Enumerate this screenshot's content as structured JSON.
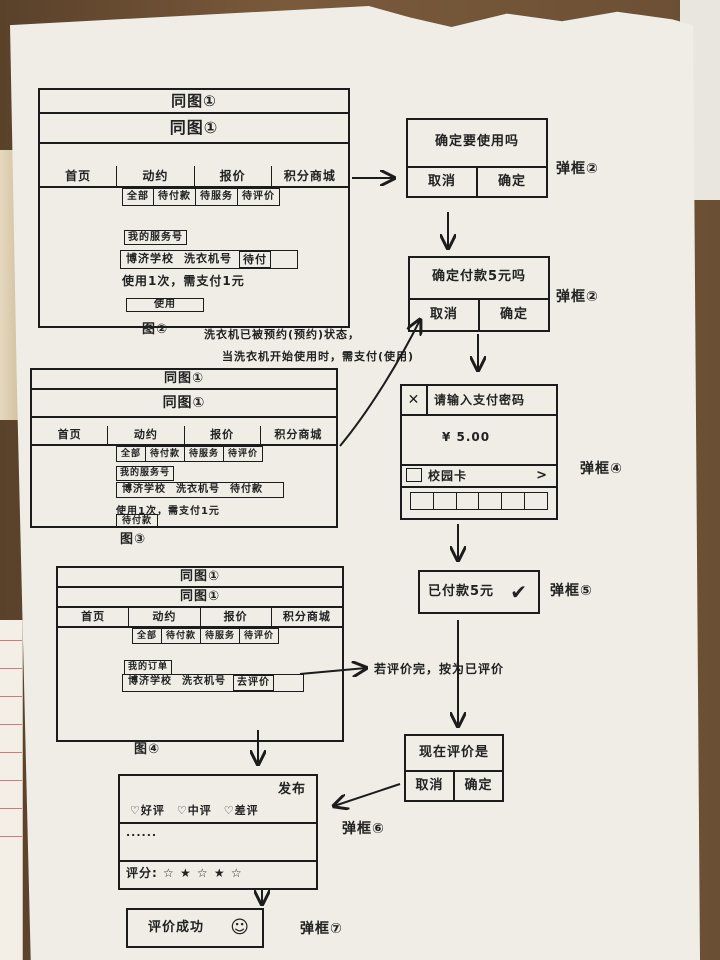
{
  "screens": {
    "screen1": {
      "outer_title": "同图①",
      "inner_title": "同图①",
      "tabs": [
        "首页",
        "动约",
        "报价",
        "积分商城"
      ],
      "subtabs": [
        "全部",
        "待付款",
        "待服务",
        "待评价"
      ],
      "card_tag": "我的服务号",
      "card_items": [
        "博济学校",
        "洗衣机号",
        "待付"
      ],
      "note": "使用1次，需支付1元",
      "use_button": "使用",
      "caption": "图②"
    },
    "screen2": {
      "outer_title": "同图①",
      "inner_title": "同图①",
      "tabs": [
        "首页",
        "动约",
        "报价",
        "积分商城"
      ],
      "subtabs": [
        "全部",
        "待付款",
        "待服务",
        "待评价"
      ],
      "card_tag": "我的服务号",
      "card_items": [
        "博济学校",
        "洗衣机号",
        "待付款"
      ],
      "note": "使用1次，需支付1元",
      "use_button": "待付款",
      "caption": "图③"
    },
    "screen3": {
      "outer_title": "同图①",
      "inner_title": "同图①",
      "tabs": [
        "首页",
        "动约",
        "报价",
        "积分商城"
      ],
      "subtabs": [
        "全部",
        "待付款",
        "待服务",
        "待评价"
      ],
      "card_tag": "我的订单",
      "card_items": [
        "博济学校",
        "洗衣机号",
        "去评价"
      ],
      "caption": "图④"
    }
  },
  "annotations": {
    "state_note_line1": "洗衣机已被预约(预约)状态，",
    "state_note_line2": "当洗衣机开始使用时，需支付(使用)",
    "after_review": "若评价完，按为已评价"
  },
  "dialogs": {
    "d1": {
      "title": "确定要使用吗",
      "cancel": "取消",
      "confirm": "确定",
      "label": "弹框②"
    },
    "d2": {
      "title": "确定付款5元吗",
      "cancel": "取消",
      "confirm": "确定",
      "label": "弹框②"
    },
    "d3": {
      "close": "✕",
      "title": "请输入支付密码",
      "amount": "¥ 5.00",
      "card": "校园卡",
      "label": "弹框④"
    },
    "d4": {
      "title": "已付款5元",
      "label": "弹框⑤"
    },
    "d5": {
      "title": "现在评价是",
      "cancel": "取消",
      "confirm": "确定",
      "label": ""
    },
    "d6": {
      "title": "评价成功",
      "label": "弹框⑦"
    }
  },
  "review": {
    "publish": "发布",
    "options": [
      "好评",
      "中评",
      "差评"
    ],
    "placeholder": "......",
    "rating_label": "评分:",
    "label": "弹框⑥"
  }
}
